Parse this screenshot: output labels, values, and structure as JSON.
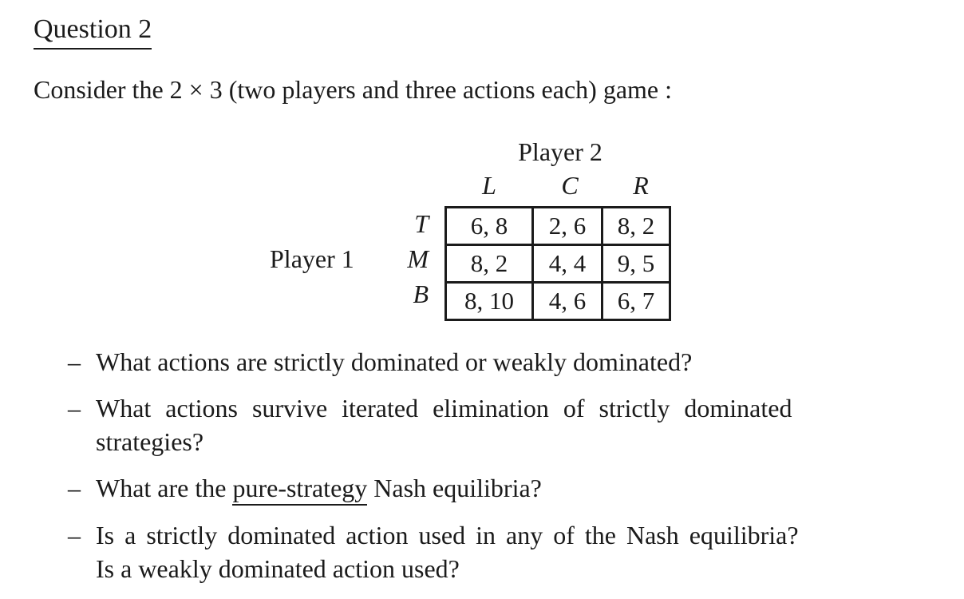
{
  "page": {
    "title": "Question 2",
    "intro": "Consider the 2 × 3 (two players and three actions each) game :"
  },
  "matrix": {
    "player2_label": "Player 2",
    "player1_label": "Player 1",
    "col_headers": [
      "L",
      "C",
      "R"
    ],
    "row_headers": [
      "T",
      "M",
      "B"
    ],
    "payoffs": [
      [
        "6, 8",
        "2, 6",
        "8, 2"
      ],
      [
        "8, 2",
        "4, 4",
        "9, 5"
      ],
      [
        "8, 10",
        "4, 6",
        "6, 7"
      ]
    ]
  },
  "questions": {
    "marker": "–",
    "items": [
      {
        "lines": [
          "What actions are strictly dominated or weakly dominated?"
        ]
      },
      {
        "lines": [
          "What actions survive iterated elimination of strictly dominated",
          "strategies?"
        ]
      },
      {
        "prefix": "What are the ",
        "underlined": "pure-strategy",
        "suffix": " Nash equilibria?"
      },
      {
        "lines": [
          "Is a strictly dominated action used in any of the Nash equilibria?",
          "Is a weakly dominated action used?"
        ]
      }
    ]
  },
  "colors": {
    "text": "#1b1b1b",
    "background": "#ffffff"
  }
}
